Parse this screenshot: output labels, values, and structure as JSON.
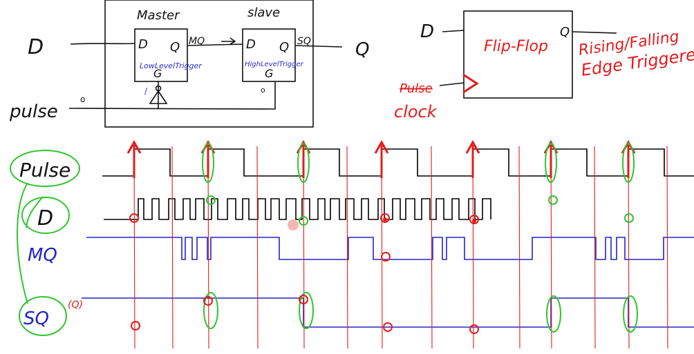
{
  "schematic": {
    "input_label": "D",
    "output_label": "Q",
    "pulse_label": "pulse",
    "pulse_mark": "o",
    "master": {
      "title": "Master",
      "pin_d": "D",
      "pin_q": "Q",
      "pin_g": "G",
      "trigger_note": "LowLevelTrigger",
      "output_net": "MQ"
    },
    "slave": {
      "title": "slave",
      "pin_d": "D",
      "pin_q": "Q",
      "pin_g": "G",
      "trigger_note": "HighLevelTrigger",
      "output_net": "SQ"
    },
    "inverter_mark": "/",
    "bubble_mark": "o"
  },
  "flipflop": {
    "input_label": "D",
    "output_label": "Q",
    "body_label": "Flip-Flop",
    "clock_old_label": "Pulse",
    "clock_label": "clock",
    "note_line1": "Rising/Falling",
    "note_line2": "Edge Triggered"
  },
  "timing": {
    "signals": [
      {
        "label": "Pulse",
        "color": "#000000"
      },
      {
        "label": "D",
        "color": "#000000"
      },
      {
        "label": "MQ",
        "color": "#2222c8"
      },
      {
        "label": "SQ",
        "color": "#2222c8"
      }
    ],
    "sq_alias": "(Q)",
    "annotation_color": "#e41b1b",
    "highlight_color": "#2ec52e"
  }
}
